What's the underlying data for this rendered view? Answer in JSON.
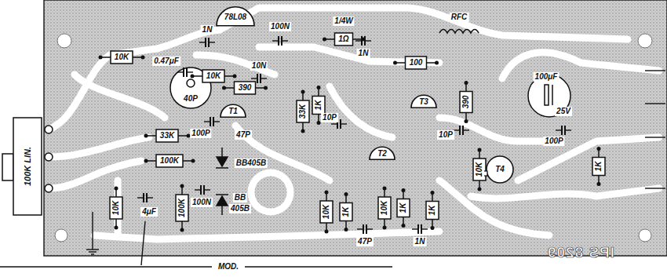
{
  "diagram": {
    "labels": [
      "10K",
      "0.47μF",
      "10K",
      "40P",
      "78L08",
      "1N",
      "100N",
      "1/4W",
      "1Ω",
      "1N",
      "RFC",
      "10N",
      "100",
      "390",
      "T1",
      "100P",
      "47P",
      "10P",
      "33K",
      "1K",
      "T3",
      "390",
      "100μF",
      "25V",
      "10P",
      "100P",
      "T2",
      "33K",
      "100K",
      "BB405B",
      "BB",
      "405B",
      "100N",
      "10K",
      "4μF",
      "100K",
      "10K",
      "1K",
      "10K",
      "1K",
      "1K",
      "47P",
      "1N",
      "10K",
      "T4",
      "1K",
      "100K LIN.",
      "IPS 8209",
      "MOD."
    ]
  }
}
